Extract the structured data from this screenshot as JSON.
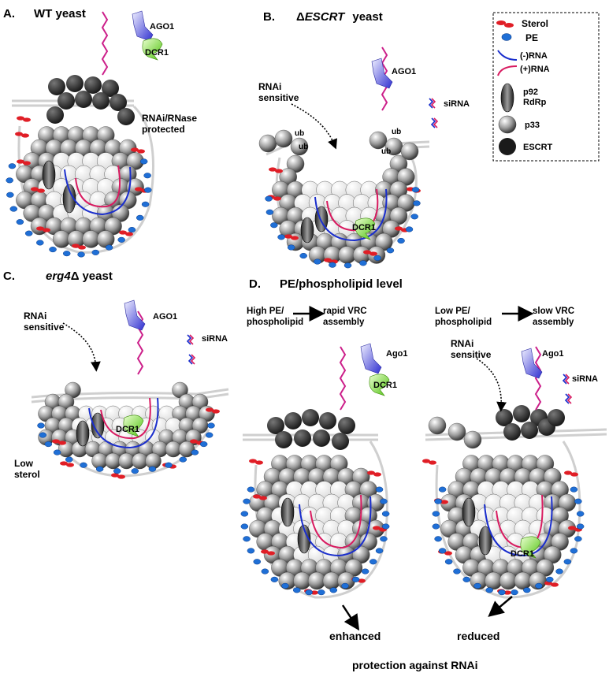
{
  "panels": {
    "a": {
      "letter": "A.",
      "title": "WT yeast",
      "protected_line1": "RNAi/RNase",
      "protected_line2": "protected"
    },
    "b": {
      "letter": "B.",
      "delta": "Δ",
      "gene": "ESCRT",
      "title_rest": "yeast",
      "rnai_line1": "RNAi",
      "rnai_line2": "sensitive",
      "ub": "ub"
    },
    "c": {
      "letter": "C.",
      "gene": "erg4",
      "delta": "Δ",
      "title_rest": "yeast",
      "rnai_line1": "RNAi",
      "rnai_line2": "sensitive",
      "low_line1": "Low",
      "low_line2": "sterol"
    },
    "d": {
      "letter": "D.",
      "title": "PE/phospholipid level",
      "high_line1": "High PE/",
      "high_line2": "phospholipid",
      "rapid_line1": "rapid VRC",
      "rapid_line2": "assembly",
      "low_line1": "Low PE/",
      "low_line2": "phospholipid",
      "slow_line1": "slow VRC",
      "slow_line2": "assembly",
      "rnai_line1": "RNAi",
      "rnai_line2": "sensitive",
      "enhanced": "enhanced",
      "reduced": "reduced",
      "bottom": "protection against RNAi"
    }
  },
  "labels": {
    "ago1": "AGO1",
    "ago1_d": "Ago1",
    "dcr1": "DCR1",
    "sirna": "siRNA"
  },
  "legend": [
    {
      "key": "sterol",
      "label": "Sterol"
    },
    {
      "key": "pe",
      "label": "PE"
    },
    {
      "key": "neg_rna",
      "label": "(-)RNA"
    },
    {
      "key": "pos_rna",
      "label": "(+)RNA"
    },
    {
      "key": "p92",
      "label": "p92",
      "label2": "RdRp"
    },
    {
      "key": "p33",
      "label": "p33"
    },
    {
      "key": "escrt",
      "label": "ESCRT"
    }
  ],
  "colors": {
    "sterol": "#e01e26",
    "pe": "#1f6fd6",
    "neg_rna": "#1a2ecc",
    "pos_rna": "#d81b60",
    "viral_rna": "#cc1f8a",
    "ago1": "#4a4ad8",
    "dcr1": "#78e01e",
    "membrane": "#cfcfcf"
  }
}
